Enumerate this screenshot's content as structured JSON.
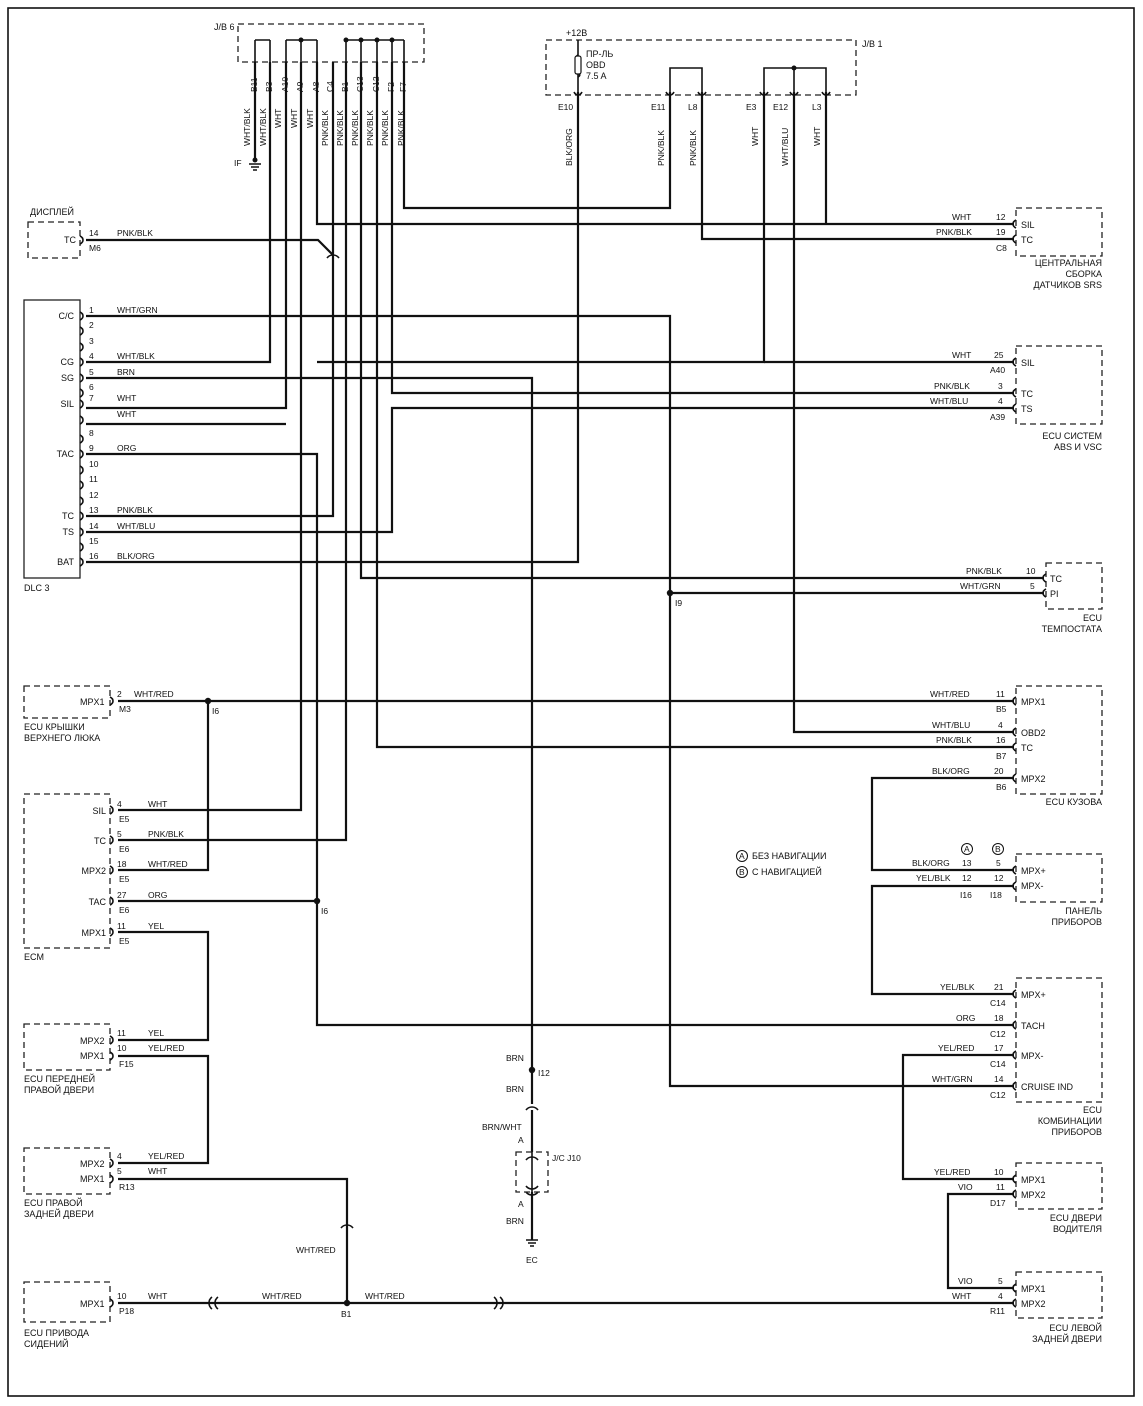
{
  "jb6": {
    "label": "J/B 6",
    "pins": [
      "B11",
      "B3",
      "A10",
      "A9",
      "A8",
      "C4",
      "B1",
      "C13",
      "C12",
      "F2",
      "F7"
    ],
    "wires": [
      "WHT/BLK",
      "WHT/BLK",
      "WHT",
      "WHT",
      "WHT",
      "PNK/BLK",
      "PNK/BLK",
      "PNK/BLK",
      "PNK/BLK",
      "PNK/BLK",
      "PNK/BLK"
    ],
    "ground": "IF"
  },
  "jb1": {
    "label": "J/B 1",
    "supply": "+12В",
    "fuse": [
      "ПР-ЛЬ",
      "OBD",
      "7.5 A"
    ],
    "pins": [
      "E10",
      "E11",
      "L8",
      "E3",
      "E12",
      "L3"
    ],
    "wires": [
      "BLK/ORG",
      "PNK/BLK",
      "PNK/BLK",
      "WHT",
      "WHT/BLU",
      "WHT"
    ]
  },
  "display": {
    "name": "ДИСПЛЕЙ",
    "pin": "TC",
    "num": "14",
    "conn": "M6",
    "wire": "PNK/BLK"
  },
  "dlc3": {
    "name": "DLC 3",
    "pins": [
      {
        "n": "1",
        "l": "C/C",
        "w": "WHT/GRN"
      },
      {
        "n": "2",
        "l": "",
        "w": ""
      },
      {
        "n": "3",
        "l": "",
        "w": ""
      },
      {
        "n": "4",
        "l": "CG",
        "w": "WHT/BLK"
      },
      {
        "n": "5",
        "l": "SG",
        "w": "BRN"
      },
      {
        "n": "6",
        "l": "",
        "w": ""
      },
      {
        "n": "7",
        "l": "SIL",
        "w": "WHT"
      },
      {
        "n": "",
        "l": "",
        "w": "WHT"
      },
      {
        "n": "8",
        "l": "",
        "w": ""
      },
      {
        "n": "9",
        "l": "TAC",
        "w": "ORG"
      },
      {
        "n": "10",
        "l": "",
        "w": ""
      },
      {
        "n": "11",
        "l": "",
        "w": ""
      },
      {
        "n": "12",
        "l": "",
        "w": ""
      },
      {
        "n": "13",
        "l": "TC",
        "w": "PNK/BLK"
      },
      {
        "n": "14",
        "l": "TS",
        "w": "WHT/BLU"
      },
      {
        "n": "15",
        "l": "",
        "w": ""
      },
      {
        "n": "16",
        "l": "BAT",
        "w": "BLK/ORG"
      }
    ]
  },
  "srs": {
    "name": [
      "ЦЕНТРАЛЬНАЯ",
      "СБОРКА",
      "ДАТЧИКОВ SRS"
    ],
    "conn": "C8",
    "pins": [
      {
        "l": "SIL",
        "n": "12",
        "w": "WHT"
      },
      {
        "l": "TC",
        "n": "19",
        "w": "PNK/BLK"
      }
    ]
  },
  "abs": {
    "name": [
      "ECU СИСТЕМ",
      "ABS И VSC"
    ],
    "conn1": "A40",
    "conn2": "A39",
    "pins": [
      {
        "l": "SIL",
        "n": "25",
        "w": "WHT"
      },
      {
        "l": "TC",
        "n": "3",
        "w": "PNK/BLK"
      },
      {
        "l": "TS",
        "n": "4",
        "w": "WHT/BLU"
      }
    ]
  },
  "tempostat": {
    "name": [
      "ECU",
      "ТЕМПОСТАТА"
    ],
    "pins": [
      {
        "l": "TC",
        "n": "10",
        "w": "PNK/BLK"
      },
      {
        "l": "PI",
        "n": "5",
        "w": "WHT/GRN"
      }
    ]
  },
  "splices": {
    "i9": "I9",
    "i6a": "I6",
    "i6b": "I6",
    "i12": "I12",
    "b1": "B1"
  },
  "sunroof": {
    "name": [
      "ECU КРЫШКИ",
      "ВЕРХНЕГО ЛЮКА"
    ],
    "pin": "MPX1",
    "n": "2",
    "conn": "M3",
    "w": "WHT/RED"
  },
  "body": {
    "name": "ECU КУЗОВА",
    "pins": [
      {
        "l": "MPX1",
        "n": "11",
        "w": "WHT/RED",
        "c": "B5"
      },
      {
        "l": "OBD2",
        "n": "4",
        "w": "WHT/BLU",
        "c": ""
      },
      {
        "l": "TC",
        "n": "16",
        "w": "PNK/BLK",
        "c": "B7"
      },
      {
        "l": "MPX2",
        "n": "20",
        "w": "BLK/ORG",
        "c": "B6"
      }
    ]
  },
  "ecm": {
    "name": "ECM",
    "pins": [
      {
        "l": "SIL",
        "n": "4",
        "w": "WHT",
        "c": "E5"
      },
      {
        "l": "TC",
        "n": "5",
        "w": "PNK/BLK",
        "c": "E6"
      },
      {
        "l": "MPX2",
        "n": "18",
        "w": "WHT/RED",
        "c": "E5"
      },
      {
        "l": "TAC",
        "n": "27",
        "w": "ORG",
        "c": "E6"
      },
      {
        "l": "MPX1",
        "n": "11",
        "w": "YEL",
        "c": "E5"
      }
    ]
  },
  "legend": {
    "a": "БЕЗ НАВИГАЦИИ",
    "b": "С НАВИГАЦИЕЙ",
    "ma": "A",
    "mb": "B"
  },
  "panel": {
    "name": [
      "ПАНЕЛЬ",
      "ПРИБОРОВ"
    ],
    "ca": "I16",
    "cb": "I18",
    "pins": [
      {
        "l": "MPX+",
        "na": "13",
        "nb": "5",
        "w": "BLK/ORG"
      },
      {
        "l": "MPX-",
        "na": "12",
        "nb": "12",
        "w": "YEL/BLK"
      }
    ]
  },
  "combo": {
    "name": [
      "ECU",
      "КОМБИНАЦИИ",
      "ПРИБОРОВ"
    ],
    "pins": [
      {
        "l": "MPX+",
        "n": "21",
        "w": "YEL/BLK",
        "c": "C14"
      },
      {
        "l": "TACH",
        "n": "18",
        "w": "ORG",
        "c": "C12"
      },
      {
        "l": "MPX-",
        "n": "17",
        "w": "YEL/RED",
        "c": "C14"
      },
      {
        "l": "CRUISE IND",
        "n": "14",
        "w": "WHT/GRN",
        "c": "C12"
      }
    ]
  },
  "frdoor": {
    "name": [
      "ECU ПЕРЕДНЕЙ",
      "ПРАВОЙ ДВЕРИ"
    ],
    "conn": "F15",
    "pins": [
      {
        "l": "MPX2",
        "n": "11",
        "w": "YEL"
      },
      {
        "l": "MPX1",
        "n": "10",
        "w": "YEL/RED"
      }
    ]
  },
  "rrdoor": {
    "name": [
      "ECU ПРАВОЙ",
      "ЗАДНЕЙ ДВЕРИ"
    ],
    "conn": "R13",
    "pins": [
      {
        "l": "MPX2",
        "n": "4",
        "w": "YEL/RED"
      },
      {
        "l": "MPX1",
        "n": "5",
        "w": "WHT"
      }
    ]
  },
  "driverdoor": {
    "name": [
      "ECU ДВЕРИ",
      "ВОДИТЕЛЯ"
    ],
    "conn": "D17",
    "pins": [
      {
        "l": "MPX1",
        "n": "10",
        "w": "YEL/RED"
      },
      {
        "l": "MPX2",
        "n": "11",
        "w": "VIO"
      }
    ]
  },
  "seat": {
    "name": [
      "ECU ПРИВОДА",
      "СИДЕНИЙ"
    ],
    "pin": "MPX1",
    "n": "10",
    "conn": "P18",
    "w": "WHT"
  },
  "lrdoor": {
    "name": [
      "ECU ЛЕВОЙ",
      "ЗАДНЕЙ ДВЕРИ"
    ],
    "conn": "R11",
    "pins": [
      {
        "l": "MPX1",
        "n": "5",
        "w": "VIO"
      },
      {
        "l": "MPX2",
        "n": "4",
        "w": "WHT"
      }
    ]
  },
  "bottomwires": {
    "b1vert": "WHT/RED",
    "b1left": "WHT/RED",
    "b1right": "WHT/RED"
  },
  "ground": {
    "brn1": "BRN",
    "brn2": "BRN",
    "brnwht": "BRN/WHT",
    "a1": "A",
    "a2": "A",
    "jc": "J/C J10",
    "brn3": "BRN",
    "ec": "EC"
  }
}
